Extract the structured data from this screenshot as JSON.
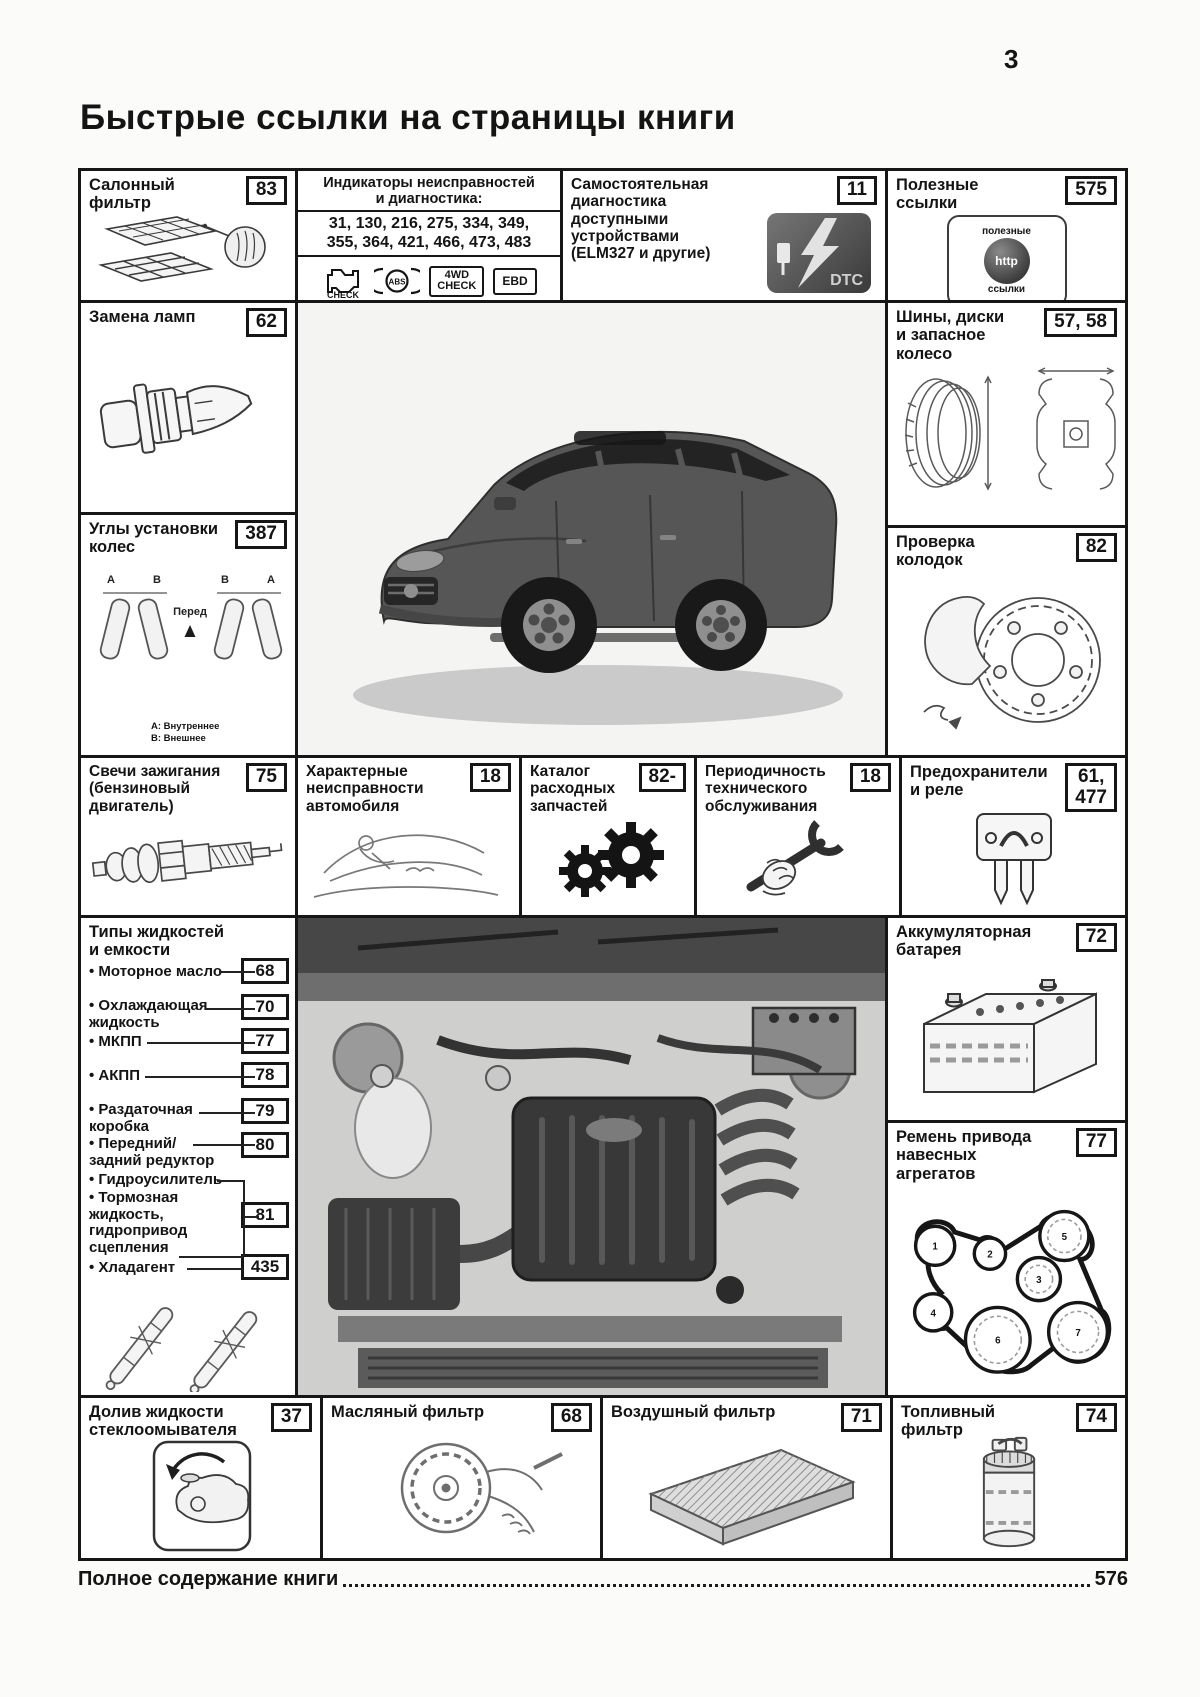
{
  "page": {
    "number": "3",
    "title": "Быстрые ссылки на страницы книги",
    "footer_label": "Полное содержание книги",
    "footer_page": "576"
  },
  "cells": {
    "cabin_filter": {
      "label": "Салонный фильтр",
      "page": "83"
    },
    "indicators": {
      "title": "Индикаторы неисправностей\nи диагностика:",
      "numbers": "31, 130, 216, 275, 334, 349,\n355, 364, 421, 466, 473, 483",
      "icon_check": "CHECK",
      "icon_abs": "ABS",
      "icon_4wd": "4WD\nCHECK",
      "icon_ebd": "EBD"
    },
    "self_diag": {
      "label": "Самостоятельная\nдиагностика\nдоступными\nустройствами\n(ELM327 и другие)",
      "page": "11",
      "icon_text": "DTC"
    },
    "useful_links": {
      "label": "Полезные\nссылки",
      "page": "575",
      "icon_top": "полезные",
      "icon_mid": "http",
      "icon_bottom": "ссылки"
    },
    "lamps": {
      "label": "Замена ламп",
      "page": "62"
    },
    "tires": {
      "label": "Шины, диски\nи запасное\nколесо",
      "page": "57, 58"
    },
    "alignment": {
      "label": "Углы установки\nколес",
      "page": "387",
      "front": "Перед",
      "letter_a": "А",
      "letter_b": "В",
      "legend": "А: Внутреннее\nВ: Внешнее"
    },
    "pads": {
      "label": "Проверка\nколодок",
      "page": "82"
    },
    "plugs": {
      "label": "Свечи зажигания\n(бензиновый\nдвигатель)",
      "page": "75"
    },
    "faults": {
      "label": "Характерные\nнеисправности\nавтомобиля",
      "page": "18"
    },
    "catalog": {
      "label": "Каталог\nрасходных\nзапчастей",
      "page": "82-"
    },
    "maintenance": {
      "label": "Периодичность\nтехнического\nобслуживания",
      "page": "18"
    },
    "fuses": {
      "label": "Предохранители\nи реле",
      "page": "61,\n477"
    },
    "fluids": {
      "title": "Типы жидкостей\nи емкости",
      "items": [
        {
          "label": "• Моторное масло",
          "page": "68"
        },
        {
          "label": "• Охлаждающая\nжидкость",
          "page": "70"
        },
        {
          "label": "• МКПП",
          "page": "77"
        },
        {
          "label": "• АКПП",
          "page": "78"
        },
        {
          "label": "• Раздаточная\nкоробка",
          "page": "79"
        },
        {
          "label": "• Передний/\nзадний редуктор",
          "page": "80"
        },
        {
          "label": "• Гидроусилитель",
          "page": ""
        },
        {
          "label": "• Тормозная\nжидкость,\nгидропривод\nсцепления",
          "page": "81"
        },
        {
          "label": "• Хладагент",
          "page": "435"
        }
      ]
    },
    "battery": {
      "label": "Аккумуляторная\nбатарея",
      "page": "72"
    },
    "belt": {
      "label": "Ремень привода\nнавесных\nагрегатов",
      "page": "77",
      "pulleys": [
        "1",
        "2",
        "3",
        "4",
        "5",
        "6",
        "7"
      ]
    },
    "washer": {
      "label": "Долив жидкости\nстеклоомывателя",
      "page": "37"
    },
    "oil_filter": {
      "label": "Масляный фильтр",
      "page": "68"
    },
    "air_filter": {
      "label": "Воздушный фильтр",
      "page": "71"
    },
    "fuel_filter": {
      "label": "Топливный\nфильтр",
      "page": "74"
    }
  }
}
